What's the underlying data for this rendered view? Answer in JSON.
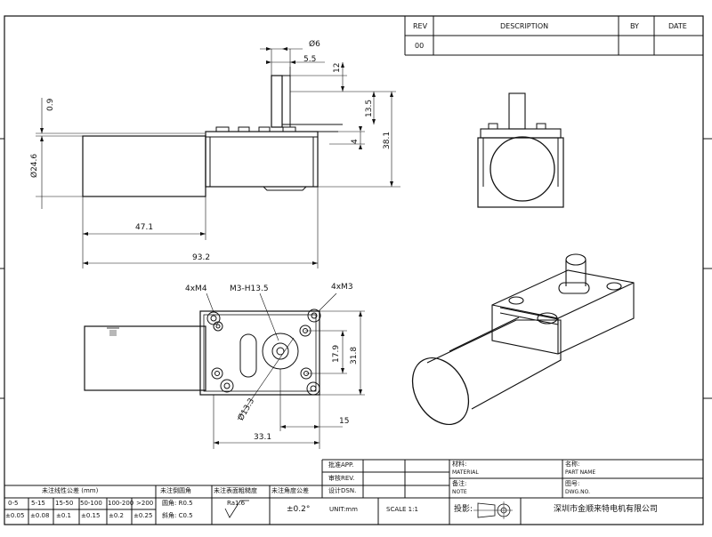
{
  "revision_table": {
    "headers": {
      "rev": "REV",
      "description": "DESCRIPTION",
      "by": "BY",
      "date": "DATE"
    },
    "rows": [
      {
        "rev": "00",
        "description": "",
        "by": "",
        "date": ""
      }
    ]
  },
  "side_view": {
    "shaft_dia": "Ø6",
    "flat": "5.5",
    "shaft_len": "12",
    "shaft_h": "13.5",
    "boss": "4",
    "gearbox_h": "38.1",
    "gap": "0.9",
    "motor_dia": "Ø24.6",
    "motor_len": "47.1",
    "total_len": "93.2"
  },
  "top_view": {
    "hole_left": "4xM4",
    "center_thread": "M3-H13.5",
    "hole_right": "4xM3",
    "pitch_v": "17.9",
    "height_v": "31.8",
    "circle_dia": "Ø13.3",
    "offset": "15",
    "width_h": "33.1"
  },
  "tolerance_table": {
    "title_linear": "未注线性公差 (mm)",
    "ranges": [
      "0-5",
      "5-15",
      "15-50",
      "50-100",
      "100-200",
      ">200"
    ],
    "values": [
      "±0.05",
      "±0.08",
      "±0.1",
      "±0.15",
      "±0.2",
      "±0.25"
    ],
    "title_fillet": "未注倒圆角",
    "fillet": "圆角: R0.5",
    "chamfer": "斜角: C0.5",
    "title_rough": "未注表面粗糙度",
    "roughness": "Ra1.6",
    "title_angle": "未注角度公差",
    "angle": "±0.2°"
  },
  "approval": {
    "approve": "批准APP.",
    "review": "审核REV.",
    "design": "设计DSN.",
    "unit": "UNIT:mm",
    "scale": "SCALE  1:1",
    "material": "材料:",
    "material_en": "MATERIAL",
    "note": "备注:",
    "note_en": "NOTE",
    "name": "名称:",
    "name_en": "PART NAME",
    "drawing_no": "图号:",
    "drawing_no_en": "DWG.NO.",
    "projection": "投影:",
    "company": "深圳市金顺来特电机有限公司"
  }
}
